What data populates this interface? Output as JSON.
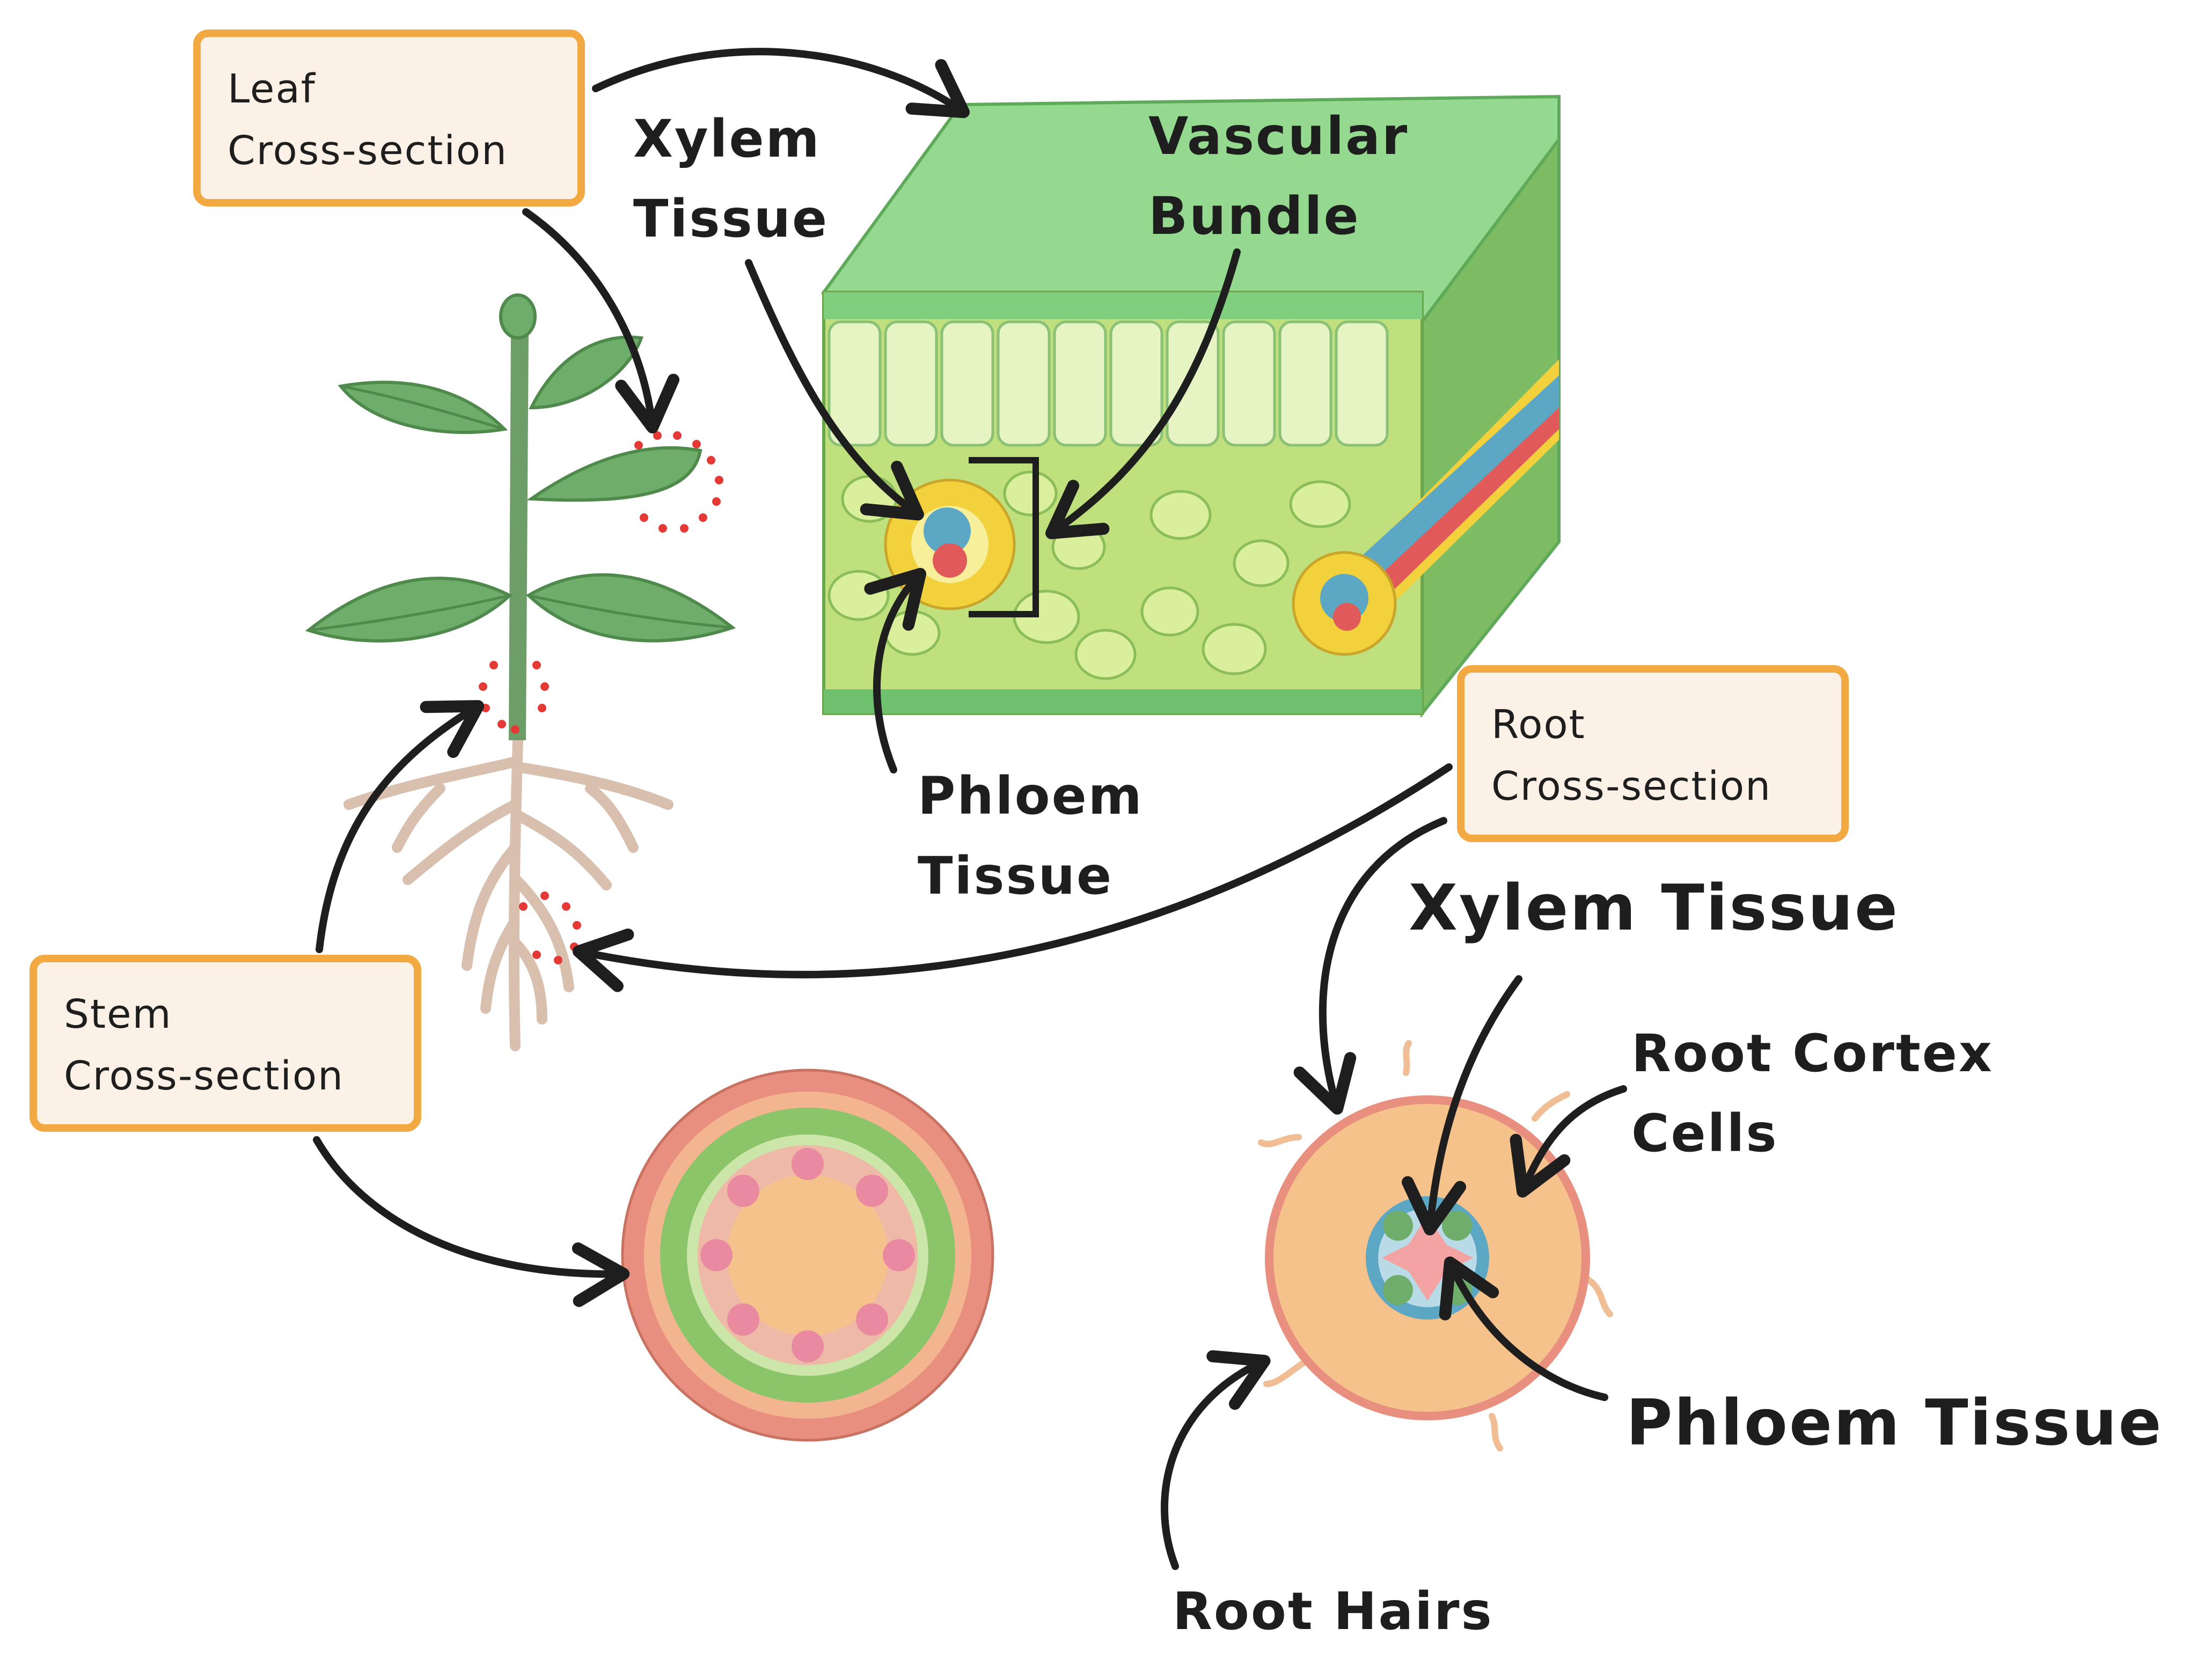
{
  "boxes": {
    "leaf": {
      "line1": "Leaf",
      "line2": "Cross-section"
    },
    "root": {
      "line1": "Root",
      "line2": "Cross-section"
    },
    "stem": {
      "line1": "Stem",
      "line2": "Cross-section"
    }
  },
  "labels": {
    "leaf_xylem": {
      "line1": "Xylem",
      "line2": "Tissue"
    },
    "vascular_bundle": {
      "line1": "Vascular",
      "line2": "Bundle"
    },
    "leaf_phloem": {
      "line1": "Phloem",
      "line2": "Tissue"
    },
    "root_xylem": "Xylem Tissue",
    "root_cortex": {
      "line1": "Root Cortex",
      "line2": "Cells"
    },
    "root_phloem": "Phloem Tissue",
    "root_hairs": "Root Hairs"
  },
  "colors": {
    "box_border": "#f2a941",
    "box_fill": "#fbf1e6",
    "arrow": "#1e1e1e",
    "highlight_dots": "#e53935",
    "leaf_green": "#6fae6a",
    "epidermis": "#a8dca0",
    "mesophyll": "#d9ef9b",
    "xylem": "#5ba7c4",
    "phloem": "#e05a5a",
    "bundle_sheath": "#f2d13c",
    "cortex": "#f6c28c",
    "cortex_outer": "#e98f7f",
    "pith": "#efb9a8"
  },
  "icons": [
    "plant-illustration",
    "leaf-block-illustration",
    "stem-section-illustration",
    "root-section-illustration"
  ]
}
